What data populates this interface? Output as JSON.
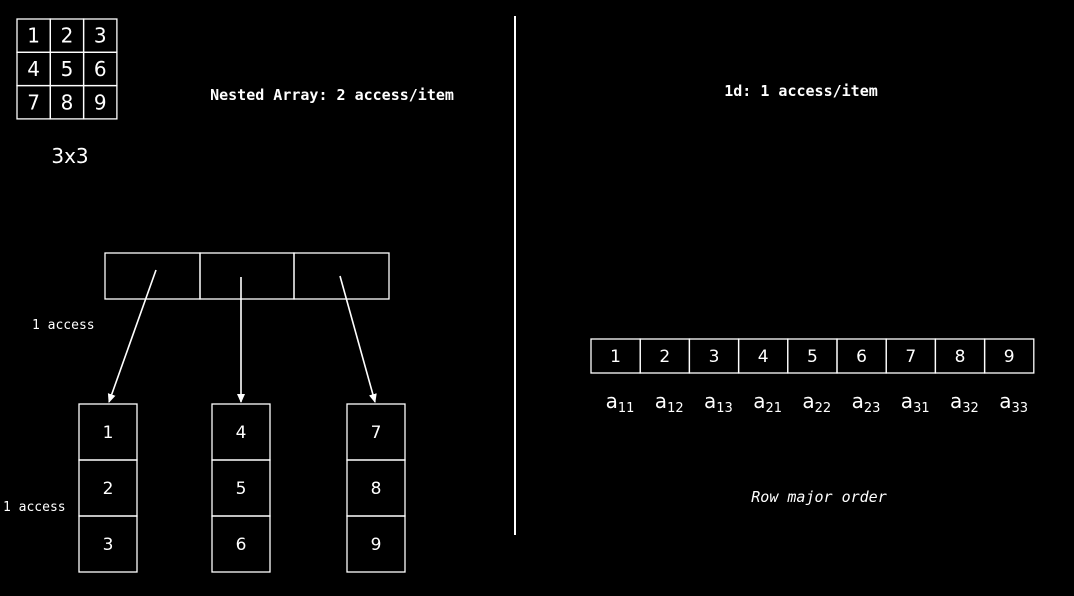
{
  "matrix": {
    "rows": [
      [
        "1",
        "2",
        "3"
      ],
      [
        "4",
        "5",
        "6"
      ],
      [
        "7",
        "8",
        "9"
      ]
    ],
    "label": "3x3"
  },
  "nested": {
    "title": "Nested Array: 2 access/item",
    "outer_access_label": "1 access",
    "inner_access_label": "1 access",
    "inner_arrays": [
      [
        "1",
        "2",
        "3"
      ],
      [
        "4",
        "5",
        "6"
      ],
      [
        "7",
        "8",
        "9"
      ]
    ]
  },
  "flat": {
    "title": "1d: 1 access/item",
    "cells": [
      "1",
      "2",
      "3",
      "4",
      "5",
      "6",
      "7",
      "8",
      "9"
    ],
    "subscripts": [
      {
        "base": "a",
        "sub": "11"
      },
      {
        "base": "a",
        "sub": "12"
      },
      {
        "base": "a",
        "sub": "13"
      },
      {
        "base": "a",
        "sub": "21"
      },
      {
        "base": "a",
        "sub": "22"
      },
      {
        "base": "a",
        "sub": "23"
      },
      {
        "base": "a",
        "sub": "31"
      },
      {
        "base": "a",
        "sub": "32"
      },
      {
        "base": "a",
        "sub": "33"
      }
    ],
    "caption": "Row major order"
  }
}
